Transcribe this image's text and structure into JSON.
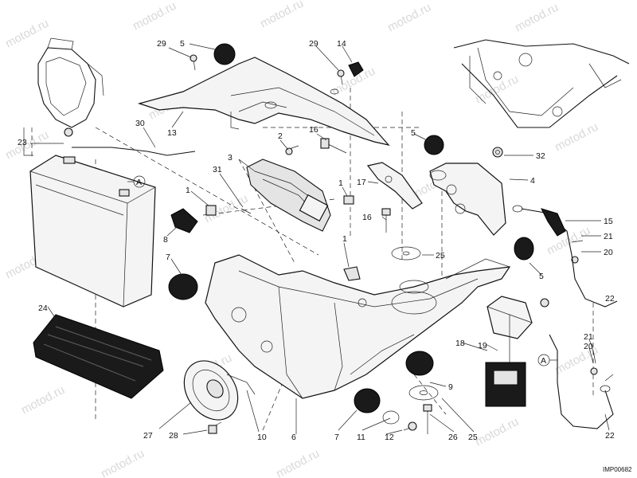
{
  "watermark": "motod.ru",
  "drawing_code": "IMP00682",
  "callouts": {
    "c1a": "1",
    "c1b": "1",
    "c1c": "1",
    "c2": "2",
    "c3": "3",
    "c4": "4",
    "c5a": "5",
    "c5b": "5",
    "c5c": "5",
    "c6": "6",
    "c7a": "7",
    "c7b": "7",
    "c8": "8",
    "c9": "9",
    "c10": "10",
    "c11": "11",
    "c12": "12",
    "c13": "13",
    "c14": "14",
    "c15": "15",
    "c16a": "16",
    "c16b": "16",
    "c17": "17",
    "c18": "18",
    "c19": "19",
    "c20a": "20",
    "c20b": "20",
    "c21a": "21",
    "c21b": "21",
    "c22": "22",
    "c23": "23",
    "c24": "24",
    "c25a": "25",
    "c25b": "25",
    "c26": "26",
    "c27": "27",
    "c28": "28",
    "c29a": "29",
    "c29b": "29",
    "c30": "30",
    "c31": "31",
    "c32": "32",
    "refA1": "A",
    "refA2": "A"
  }
}
